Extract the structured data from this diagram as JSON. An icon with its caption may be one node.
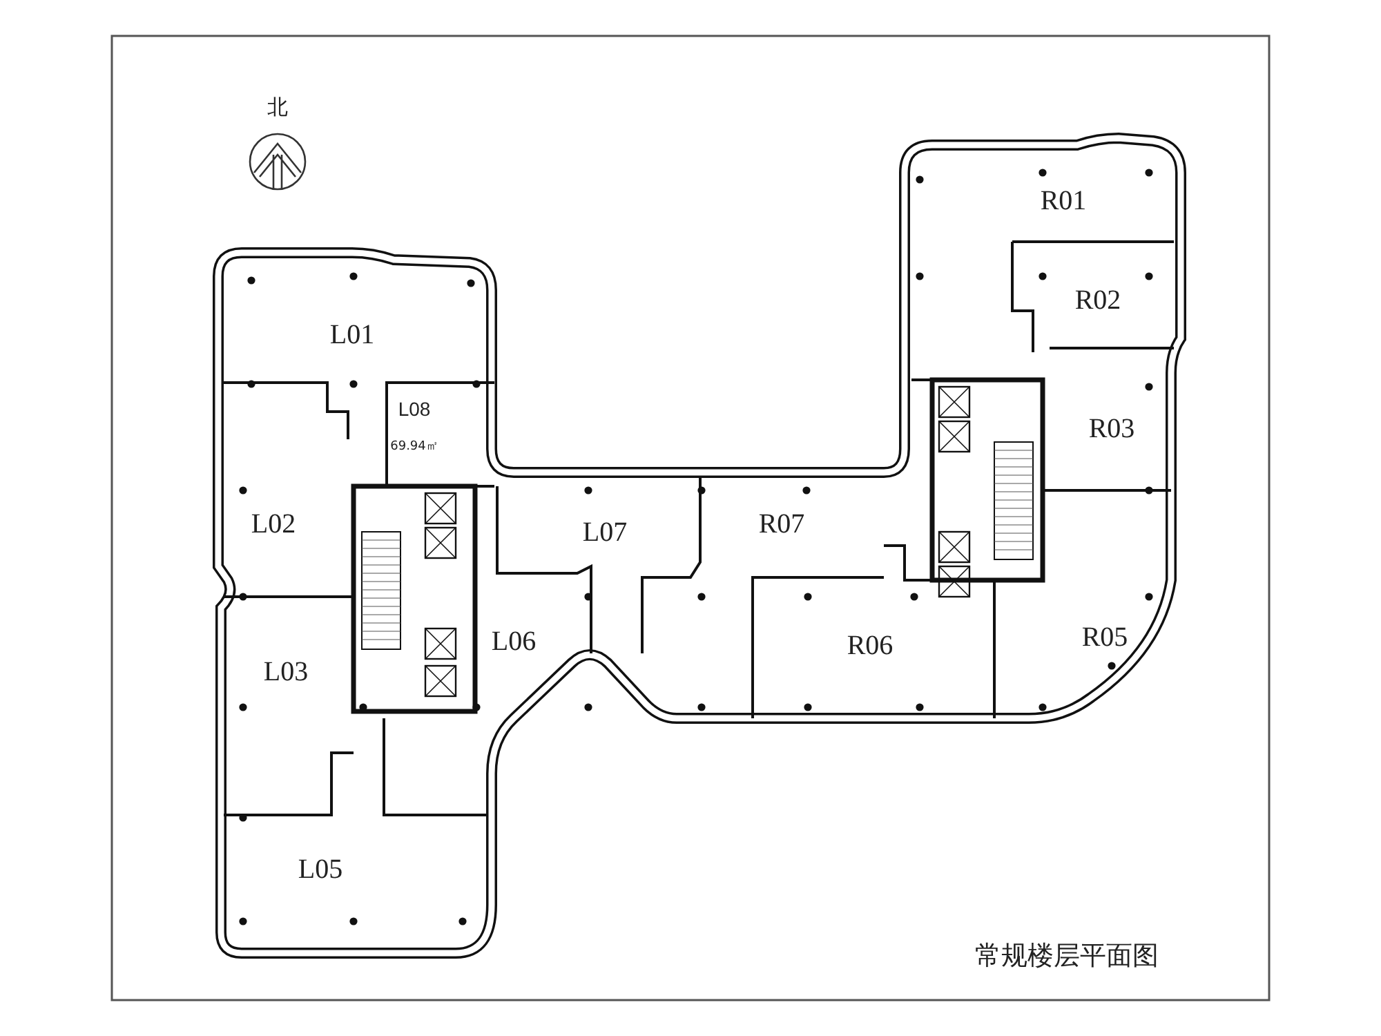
{
  "diagram": {
    "caption": "常规楼层平面图",
    "labels": [
      "北",
      "R01",
      "R02",
      "L01",
      "L08",
      "R03",
      "69.94㎡",
      "R07",
      "L02",
      "L07",
      "L06",
      "R05",
      "R06",
      "L03",
      "L05"
    ]
  }
}
